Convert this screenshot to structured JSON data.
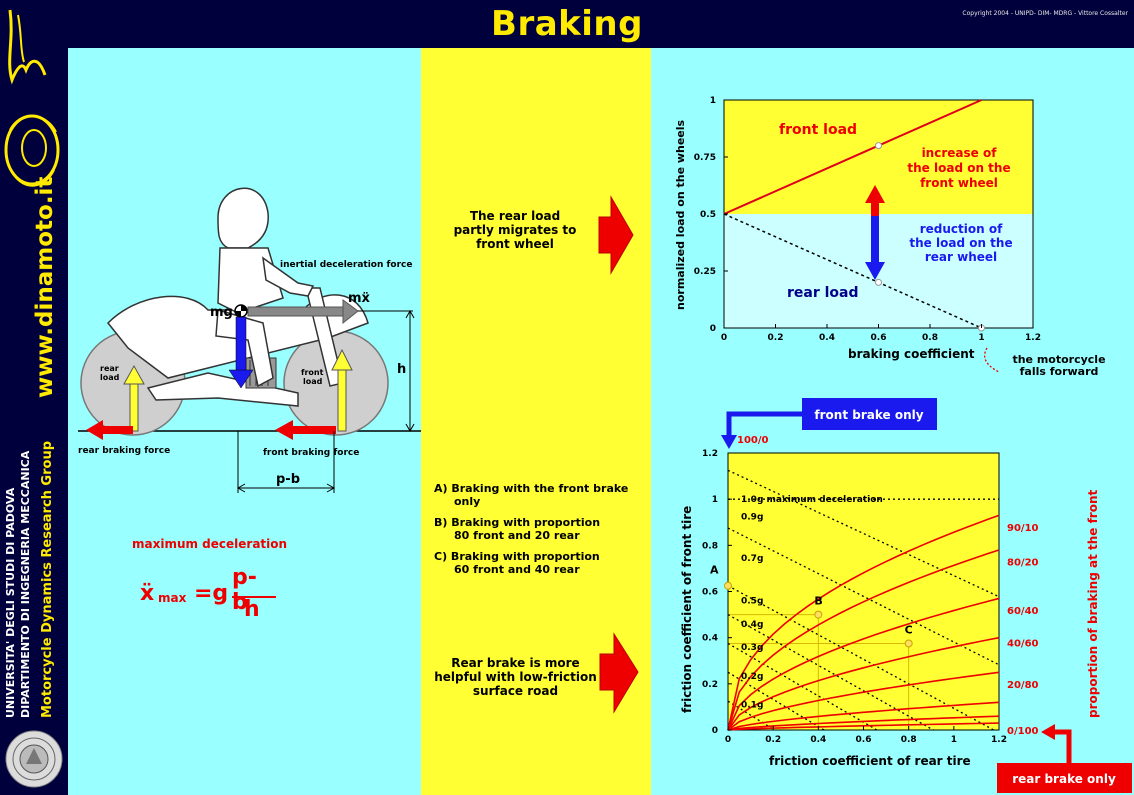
{
  "header": {
    "title": "Braking",
    "copyright": "Copyright 2004 - UNIPD- DIM- MDRG - Vittore Cossalter"
  },
  "sidebar": {
    "site": "www.dinamoto.it",
    "university_line1": "UNIVERSITA' DEGLI STUDI DI PADOVA",
    "university_line2": "DIPARTIMENTO DI INGEGNERIA MECCANICA",
    "group": "Motorcycle Dynamics Research Group"
  },
  "diagram": {
    "inertial_force": "inertial deceleration force",
    "mx": "mẍ",
    "mg": "mg",
    "h": "h",
    "pb": "p-b",
    "rear_load": [
      "rear",
      "load"
    ],
    "front_load": [
      "front",
      "load"
    ],
    "rear_braking_force": "rear braking force",
    "front_braking_force": "front braking force",
    "max_decel_label": "maximum deceleration",
    "formula": {
      "lhs": "ẍ",
      "sub": "max",
      "eq": "=g",
      "num": "p-b",
      "den": "h"
    }
  },
  "middle": {
    "rear_load_text": [
      "The rear load",
      "partly migrates to",
      "front wheel"
    ],
    "options": [
      {
        "line1": "A) Braking with the front brake",
        "line2": "only"
      },
      {
        "line1": "B) Braking with proportion",
        "line2": "80 front and 20 rear"
      },
      {
        "line1": "C) Braking with proportion",
        "line2": "60 front and 40 rear"
      }
    ],
    "rear_brake_text": [
      "Rear brake is more",
      "helpful with low-friction",
      "surface road"
    ]
  },
  "chart_data": [
    {
      "type": "line",
      "xlabel": "braking coefficient",
      "ylabel": "normalized load on the wheels",
      "xlim": [
        0,
        1.2
      ],
      "ylim": [
        0,
        1
      ],
      "xticks": [
        "0",
        "0.2",
        "0.4",
        "0.6",
        "0.8",
        "1",
        "1.2"
      ],
      "yticks": [
        "0",
        "0.25",
        "0.5",
        "0.75",
        "1"
      ],
      "series": [
        {
          "name": "front load",
          "x": [
            0,
            1
          ],
          "y": [
            0.5,
            1
          ]
        },
        {
          "name": "rear load",
          "x": [
            0,
            1
          ],
          "y": [
            0.5,
            0
          ]
        }
      ],
      "annotations": {
        "increase": [
          "increase of",
          "the load on the",
          "front wheel"
        ],
        "reduction": [
          "reduction of",
          "the load on the",
          "rear wheel"
        ],
        "falls": [
          "the motorcycle",
          "falls forward"
        ]
      },
      "colors": {
        "front": "#e0001b",
        "rear": "#0000dd",
        "upper_bg": "#ffff33",
        "lower_bg": "#ccffff"
      }
    },
    {
      "type": "line",
      "xlabel": "friction coefficient of rear tire",
      "ylabel": "friction coefficient of front tire",
      "y2label": "proportion of braking at the front",
      "xlim": [
        0,
        1.2
      ],
      "ylim": [
        0,
        1.2
      ],
      "xticks": [
        "0",
        "0.2",
        "0.4",
        "0.6",
        "0.8",
        "1",
        "1.2"
      ],
      "yticks": [
        "0",
        "0.2",
        "0.4",
        "0.6",
        "0.8",
        "1",
        "1.2"
      ],
      "decel_labels": [
        "1.0g maximum deceleration",
        "0.9g",
        "0.7g",
        "0.5g",
        "0.4g",
        "0.3g",
        "0.2g",
        "0.1g"
      ],
      "decel_values": [
        1.0,
        0.9,
        0.7,
        0.5,
        0.4,
        0.3,
        0.2,
        0.1
      ],
      "proportion_labels": [
        "100/0",
        "90/10",
        "80/20",
        "60/40",
        "40/60",
        "20/80",
        "0/100"
      ],
      "proportion_front": [
        0.9,
        0.8,
        0.6,
        0.4,
        0.2
      ],
      "points": [
        {
          "label": "A",
          "x": 0,
          "y": 0.625
        },
        {
          "label": "B",
          "x": 0.4,
          "y": 0.5
        },
        {
          "label": "C",
          "x": 0.8,
          "y": 0.375
        }
      ],
      "front_brake_only": "front brake only",
      "rear_brake_only": "rear brake only"
    }
  ]
}
